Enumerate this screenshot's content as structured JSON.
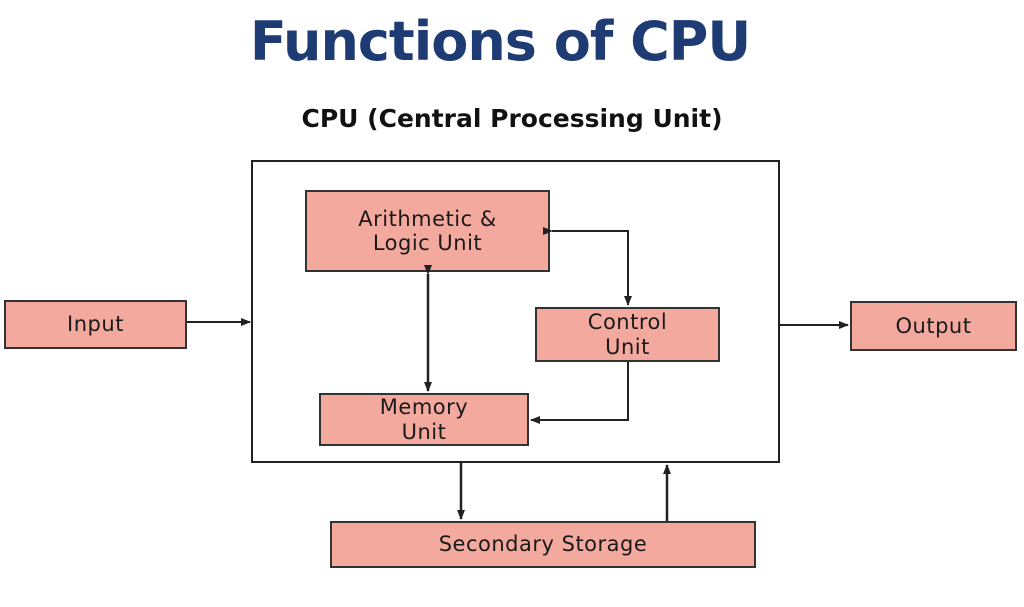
{
  "title": "Functions of CPU",
  "subtitle": "CPU (Central Processing Unit)",
  "nodes": {
    "input": "Input",
    "output": "Output",
    "alu": "Arithmetic &\nLogic Unit",
    "control": "Control\nUnit",
    "memory": "Memory\nUnit",
    "storage": "Secondary Storage"
  },
  "colors": {
    "box_fill": "#f4a99e",
    "title": "#1f3b73"
  }
}
